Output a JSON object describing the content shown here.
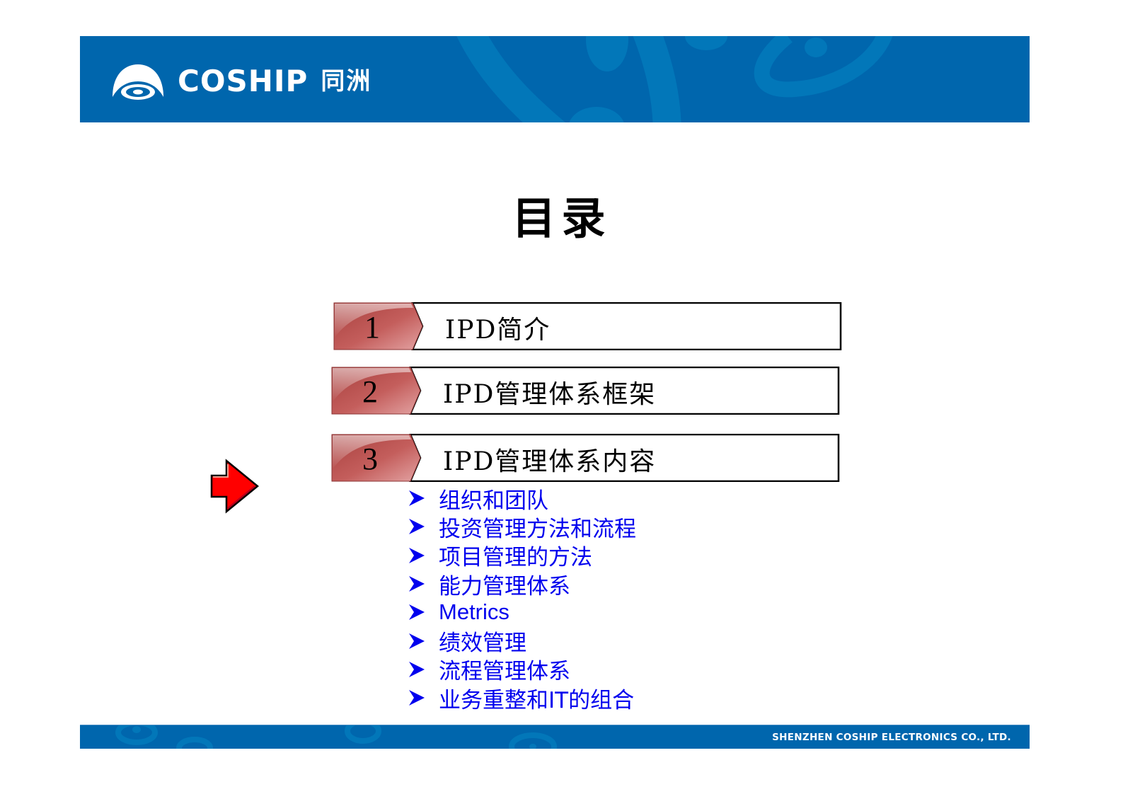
{
  "header": {
    "brand_name": "COSHIP",
    "brand_name_cn": "同洲",
    "background_color": "#0066ad",
    "logo_icon": "coship-eye-logo-icon"
  },
  "page": {
    "title": "目录"
  },
  "toc": {
    "items": [
      {
        "number": "1",
        "label": "IPD简介"
      },
      {
        "number": "2",
        "label": "IPD管理体系框架"
      },
      {
        "number": "3",
        "label": "IPD管理体系内容"
      }
    ],
    "number_tab_color": "#b9504f",
    "current_item_indicator": "red-right-arrow-icon",
    "current_item": "3"
  },
  "sub_items": {
    "bullet_icon": "arrowhead-bullet-icon",
    "color": "#0000ee",
    "items": [
      "组织和团队",
      "投资管理方法和流程",
      "项目管理的方法",
      "能力管理体系",
      "Metrics",
      "绩效管理",
      "流程管理体系",
      "业务重整和IT的组合"
    ]
  },
  "footer": {
    "company": "SHENZHEN COSHIP ELECTRONICS CO., LTD."
  }
}
